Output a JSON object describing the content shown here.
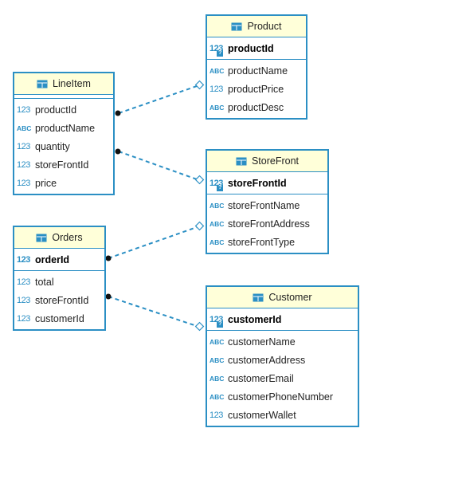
{
  "colors": {
    "border": "#2b8fc4",
    "header_bg": "#ffffd9",
    "link": "#2b8fc4"
  },
  "entities": {
    "product": {
      "title": "Product",
      "pk": [
        {
          "name": "productId",
          "type": "123"
        }
      ],
      "attrs": [
        {
          "name": "productName",
          "type": "ABC"
        },
        {
          "name": "productPrice",
          "type": "123"
        },
        {
          "name": "productDesc",
          "type": "ABC"
        }
      ]
    },
    "lineitem": {
      "title": "LineItem",
      "pk": [],
      "attrs": [
        {
          "name": "productId",
          "type": "123"
        },
        {
          "name": "productName",
          "type": "ABC"
        },
        {
          "name": "quantity",
          "type": "123"
        },
        {
          "name": "storeFrontId",
          "type": "123"
        },
        {
          "name": "price",
          "type": "123"
        }
      ]
    },
    "storefront": {
      "title": "StoreFront",
      "pk": [
        {
          "name": "storeFrontId",
          "type": "123"
        }
      ],
      "attrs": [
        {
          "name": "storeFrontName",
          "type": "ABC"
        },
        {
          "name": "storeFrontAddress",
          "type": "ABC"
        },
        {
          "name": "storeFrontType",
          "type": "ABC"
        }
      ]
    },
    "orders": {
      "title": "Orders",
      "pk": [
        {
          "name": "orderId",
          "type": "123"
        }
      ],
      "attrs": [
        {
          "name": "total",
          "type": "123"
        },
        {
          "name": "storeFrontId",
          "type": "123"
        },
        {
          "name": "customerId",
          "type": "123"
        }
      ]
    },
    "customer": {
      "title": "Customer",
      "pk": [
        {
          "name": "customerId",
          "type": "123"
        }
      ],
      "attrs": [
        {
          "name": "customerName",
          "type": "ABC"
        },
        {
          "name": "customerAddress",
          "type": "ABC"
        },
        {
          "name": "customerEmail",
          "type": "ABC"
        },
        {
          "name": "customerPhoneNumber",
          "type": "ABC"
        },
        {
          "name": "customerWallet",
          "type": "123"
        }
      ]
    }
  }
}
